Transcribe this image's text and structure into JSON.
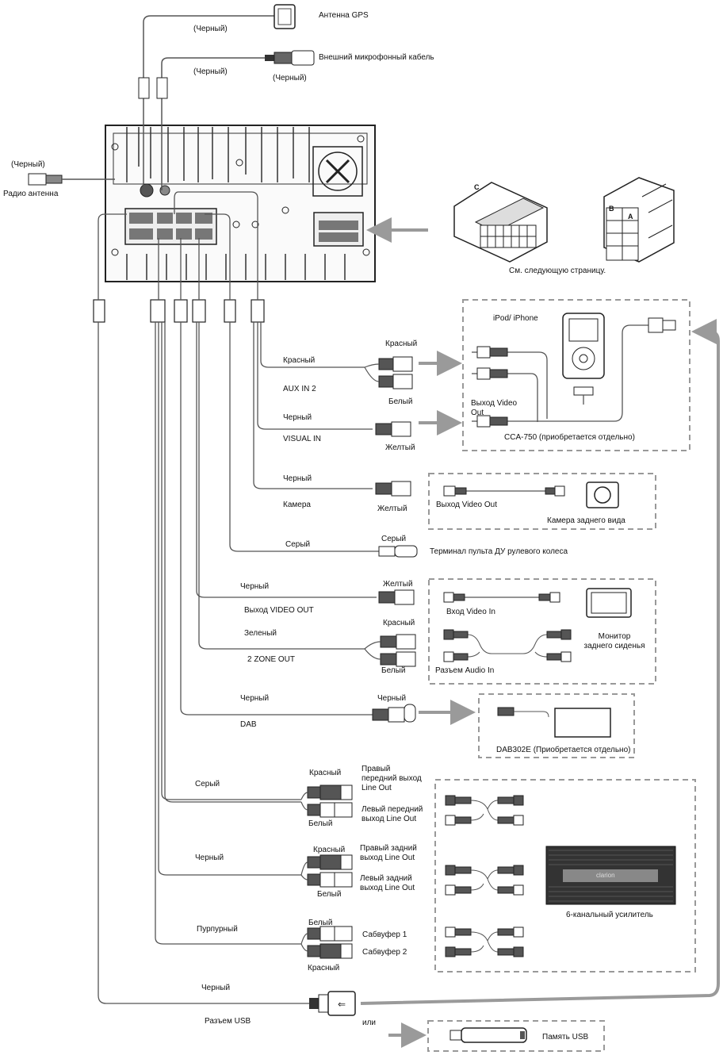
{
  "colors": {
    "wire": "#555555",
    "arrow": "#9a9a9a",
    "frame": "#999999",
    "ink": "#111111",
    "module": "#333333"
  },
  "top": {
    "gps_antenna": "Антенна GPS",
    "gps_wire_color": "(Черный)",
    "mic_cable": "Внешний микрофонный кабель",
    "mic_wire_color": "(Черный)",
    "mic_plug_color": "(Черный)",
    "radio_wire_color": "(Черный)",
    "radio_antenna": "Радио антенна",
    "see_next_page": "См. следующую страницу.",
    "connector_c": "C",
    "connector_b": "B",
    "connector_a": "A"
  },
  "ipod_box": {
    "title": "iPod/ iPhone",
    "video_out": "Выход Video Out",
    "cca": "CCA-750 (приобретается отдельно)"
  },
  "aux": {
    "red_label": "Красный",
    "red_plug": "Красный",
    "name": "AUX IN 2",
    "white_plug": "Белый"
  },
  "visual": {
    "black": "Черный",
    "name": "VISUAL IN",
    "plug": "Желтый"
  },
  "camera": {
    "black": "Черный",
    "name": "Камера",
    "plug": "Желтый",
    "box_video_out": "Выход Video Out",
    "box_camera": "Камера заднего вида"
  },
  "steering": {
    "gray": "Серый",
    "plug": "Серый",
    "terminal": "Терминал пульта ДУ рулевого колеса"
  },
  "video_out": {
    "black": "Черный",
    "name": "Выход VIDEO OUT",
    "plug": "Желтый",
    "box_video_in": "Вход Video In",
    "box_audio_in": "Разъем Audio In",
    "monitor": "Монитор заднего сиденья"
  },
  "zone": {
    "green": "Зеленый",
    "name": "2 ZONE OUT",
    "red_plug": "Красный",
    "white_plug": "Белый"
  },
  "dab": {
    "black": "Черный",
    "name": "DAB",
    "plug": "Черный",
    "box": "DAB302E (Приобретается отдельно)"
  },
  "front": {
    "gray": "Серый",
    "red": "Красный",
    "white": "Белый",
    "right": "Правый передний выход Line Out",
    "left": "Левый передний выход Line Out"
  },
  "rear": {
    "black": "Черный",
    "red": "Красный",
    "white": "Белый",
    "right": "Правый задний выход Line Out",
    "left": "Левый задний выход Line Out"
  },
  "sub": {
    "purple": "Пурпурный",
    "white": "Белый",
    "red": "Красный",
    "sub1": "Сабвуфер 1",
    "sub2": "Сабвуфер 2"
  },
  "amp": {
    "name": "6-канальный усилитель",
    "brand": "clarion"
  },
  "usb": {
    "black": "Черный",
    "name": "Разъем USB",
    "or": "или",
    "memory": "Память USB"
  }
}
